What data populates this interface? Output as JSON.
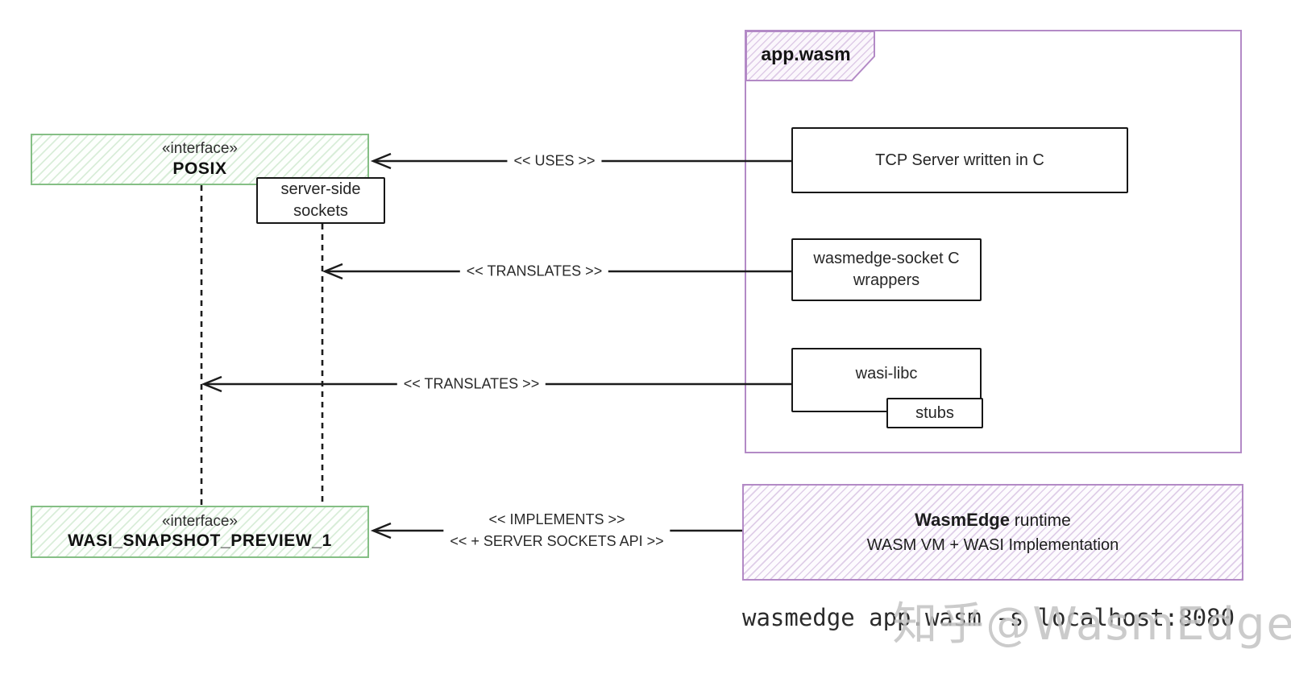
{
  "package": {
    "label": "app.wasm"
  },
  "interface_posix": {
    "stereotype": "«interface»",
    "name": "POSIX"
  },
  "interface_wasi": {
    "stereotype": "«interface»",
    "name": "WASI_SNAPSHOT_PREVIEW_1"
  },
  "nodes": {
    "tcp_server": "TCP Server written in C",
    "server_side_sockets": "server-side sockets",
    "wasmedge_socket": "wasmedge-socket C wrappers",
    "wasi_libc": "wasi-libc",
    "stubs": "stubs"
  },
  "edges": {
    "uses": "<< USES >>",
    "translates_sockets": "<< TRANSLATES >>",
    "translates_libc": "<< TRANSLATES >>",
    "implements": "<< IMPLEMENTS >>",
    "implements_extra": "<< + SERVER SOCKETS API >>"
  },
  "runtime": {
    "name": "WasmEdge",
    "name_suffix": " runtime",
    "subtitle": "WASM VM + WASI Implementation"
  },
  "command": "wasmedge app.wasm -s localhost:8080",
  "watermark": "知乎@WasmEdge",
  "colors": {
    "green_border": "#85bf85",
    "green_hatch": "rgba(140,200,140,0.32)",
    "purple_border": "#b38ac6",
    "purple_hatch": "rgba(186,150,205,0.45)",
    "line": "#1c1c1c",
    "box_border": "#161616",
    "watermark": "#c2c2c2"
  }
}
